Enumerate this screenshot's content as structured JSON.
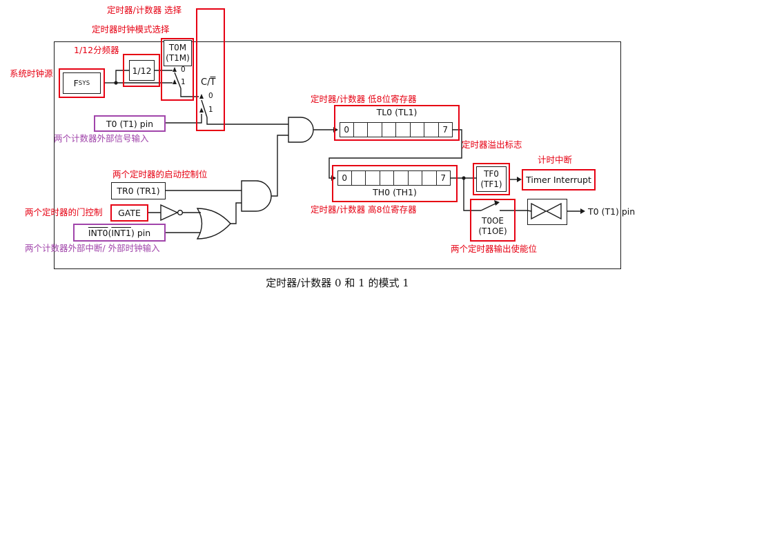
{
  "caption": "定时器/计数器 0 和 1 的模式 1",
  "colors": {
    "red": "#e60012",
    "purple": "#a044aa",
    "line": "#1a1a1a"
  },
  "labels_red": {
    "timer_counter_select": "定时器/计数器 选择",
    "clock_mode_select": "定时器时钟模式选择",
    "divider": "1/12分频器",
    "system_clock": "系统时钟源",
    "low8": "定时器/计数器 低8位寄存器",
    "overflow_flag": "定时器溢出标志",
    "timer_interrupt": "计时中断",
    "run_control": "两个定时器的启动控制位",
    "gate_control": "两个定时器的门控制",
    "high8": "定时器/计数器 高8位寄存器",
    "output_enable": "两个定时器输出使能位"
  },
  "labels_purple": {
    "external_signal": "两个计数器外部信号输入",
    "external_interrupt": "两个计数器外部中断/ 外部时钟输入"
  },
  "blocks": {
    "fsys_main": "F",
    "fsys_sub": "SYS",
    "divider": "1/12",
    "t0m": {
      "l1": "T0M",
      "l2": "(T1M)"
    },
    "ct": {
      "prefix": "C/",
      "t": "T"
    },
    "t0_pin_in": "T0 (T1) pin",
    "tl": {
      "title": "TL0 (TL1)",
      "first": "0",
      "last": "7"
    },
    "th": {
      "title": "TH0 (TH1)",
      "first": "0",
      "last": "7"
    },
    "tf": {
      "l1": "TF0",
      "l2": "(TF1)"
    },
    "timer_interrupt_box": "Timer Interrupt",
    "toe": {
      "l1": "T0OE",
      "l2": "(T1OE)"
    },
    "tr": "TR0 (TR1)",
    "gate": "GATE",
    "int_pin": {
      "p1": "INT0",
      "p2": " (",
      "p3": "INT1",
      "p4": ") pin"
    },
    "t0_pin_out": "T0 (T1) pin",
    "sw": {
      "zero": "0",
      "one": "1"
    }
  }
}
